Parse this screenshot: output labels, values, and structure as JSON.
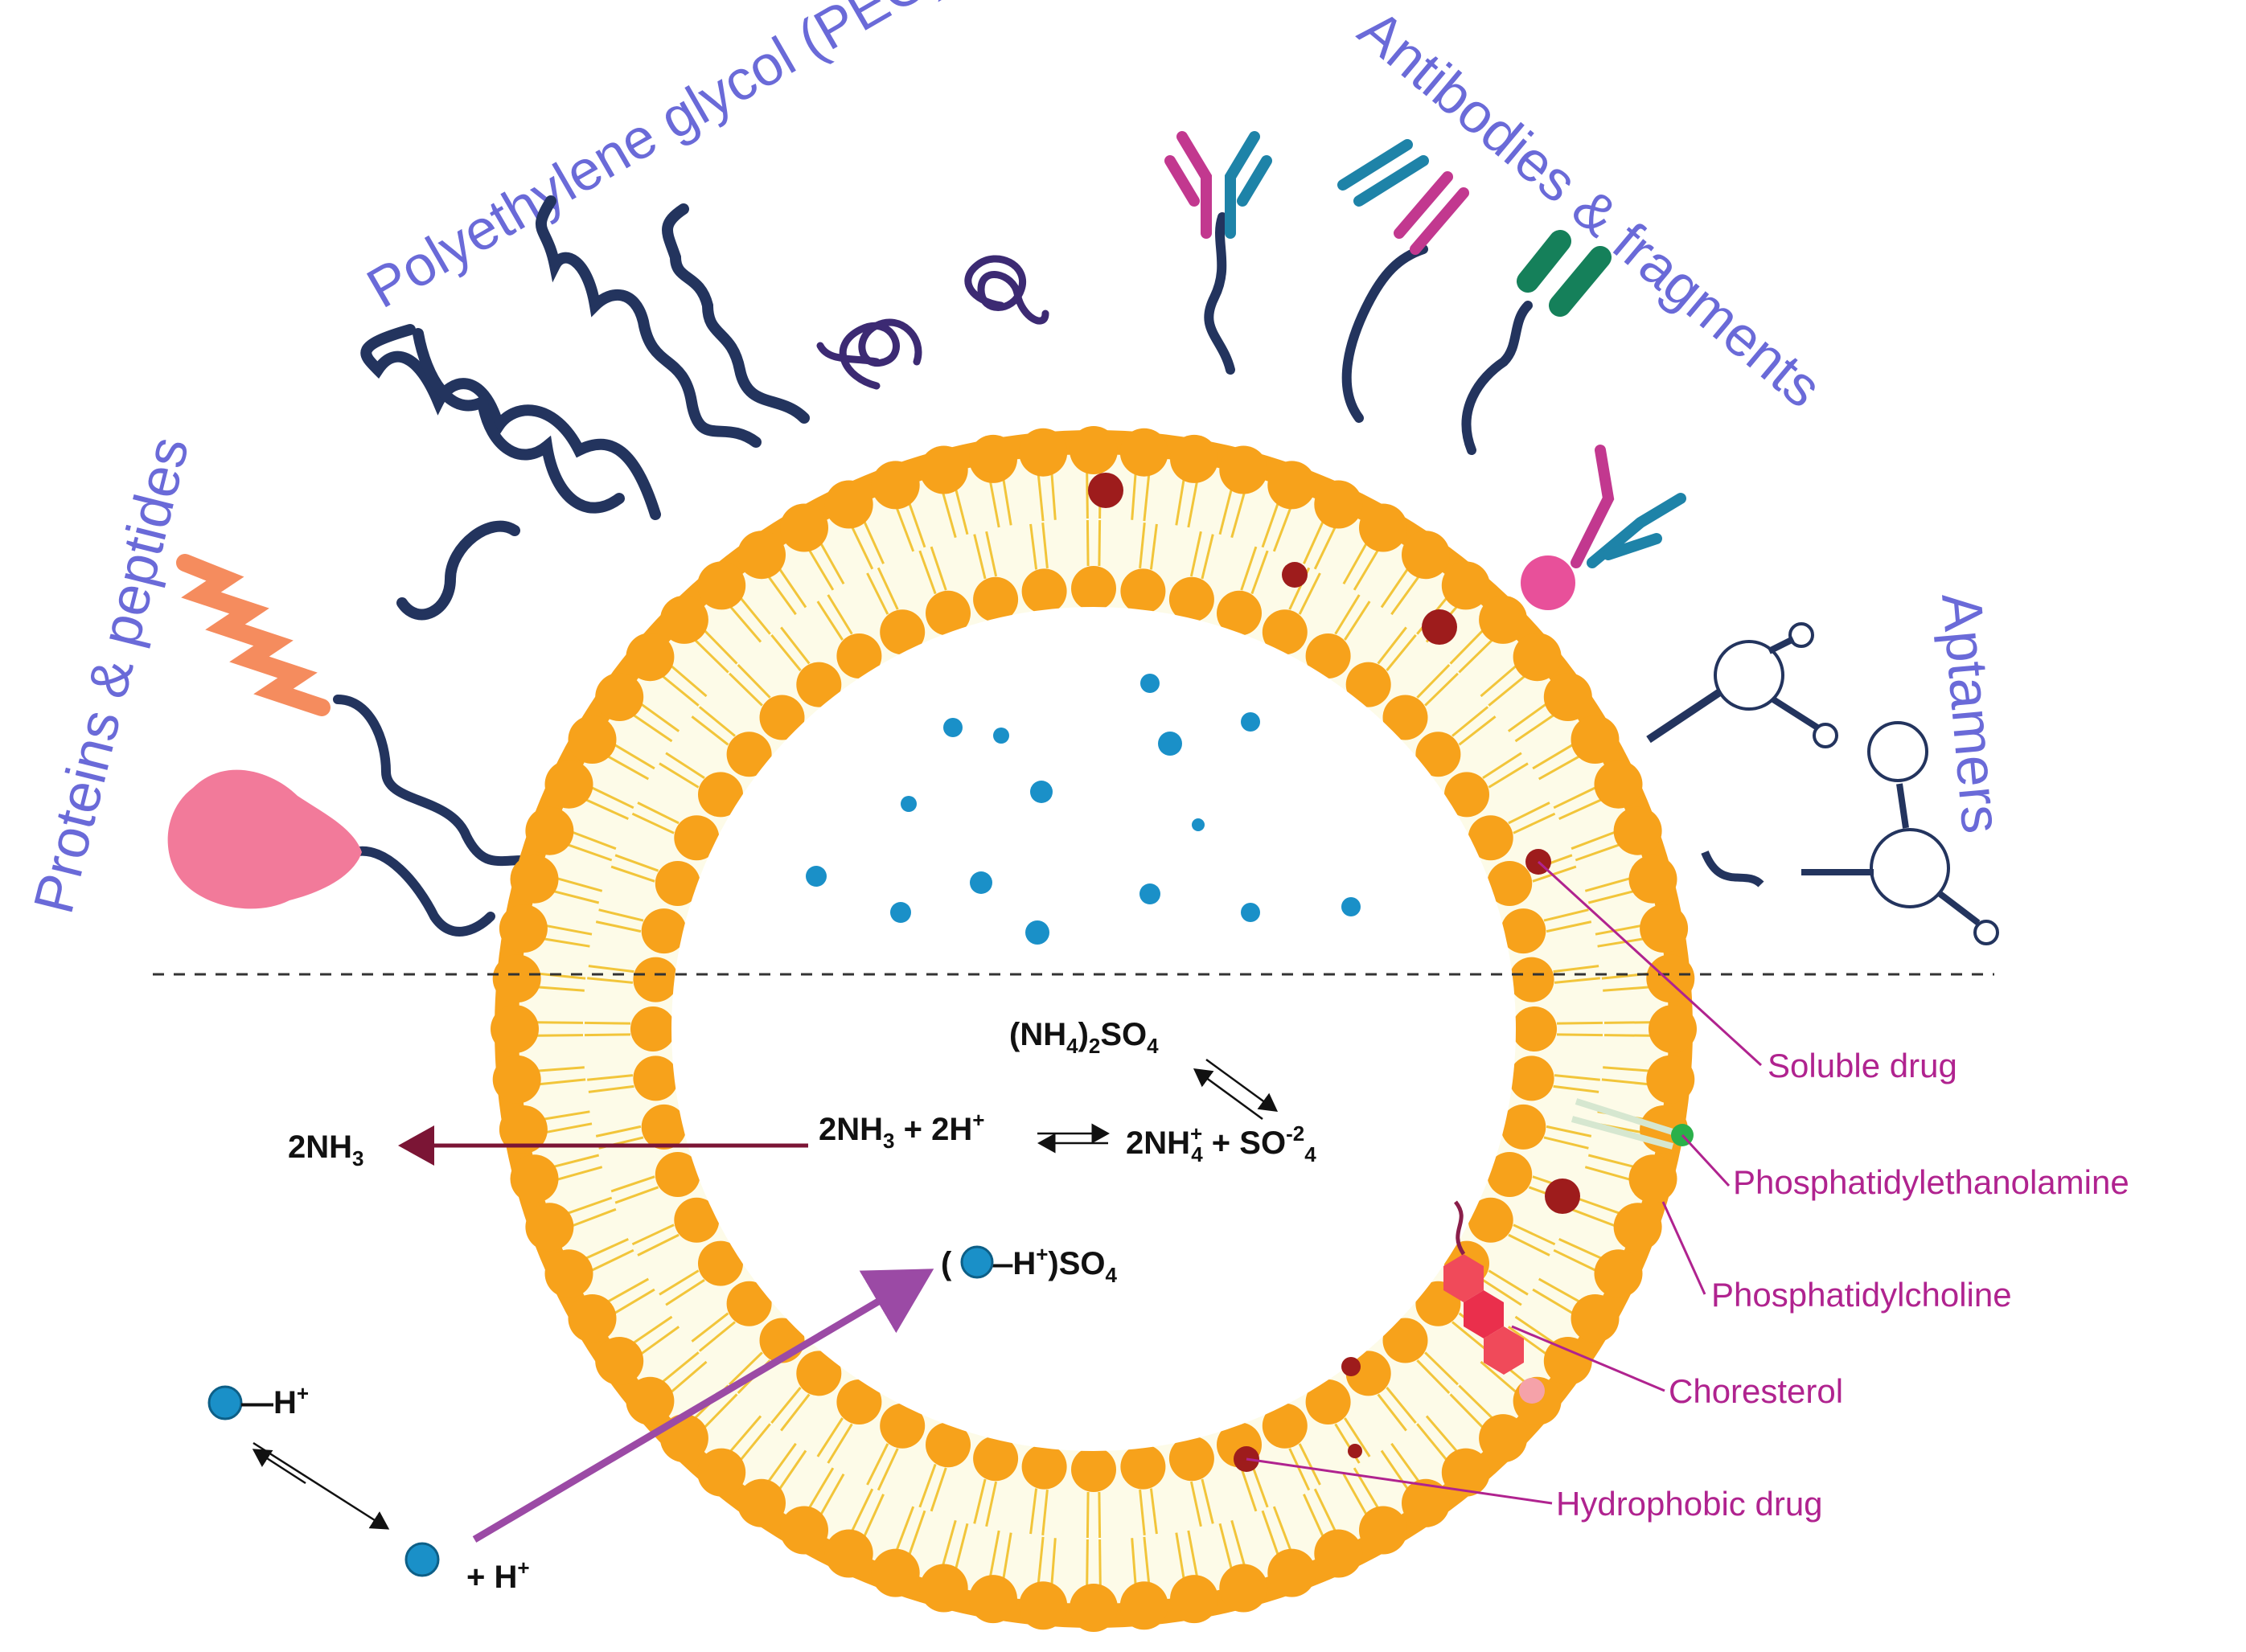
{
  "categories": {
    "peg": "Polyethylene glycol (PEG)",
    "antibodies": "Antibodies & fragments",
    "proteins": "Proteins & peptides",
    "aptamers": "Aptamers"
  },
  "labels": {
    "soluble_drug": "Soluble drug",
    "pe": "Phosphatidylethanolamine",
    "pc": "Phosphatidylcholine",
    "cholesterol": "Choresterol",
    "hydrophobic_drug": "Hydrophobic drug"
  },
  "reactions": {
    "ammonium_sulfate": {
      "a": "(NH",
      "a_sub": "4",
      "b": ")",
      "b_sub": "2",
      "c": "SO",
      "c_sub": "4"
    },
    "left": {
      "a": "2NH",
      "a_sub": "3",
      "b": " + 2H",
      "b_sup": "+"
    },
    "right": {
      "a": "2NH",
      "a_sup": "+",
      "a_sub": "4",
      "b": " + SO",
      "b_sup": "-2",
      "b_sub": "4"
    },
    "ammonia_out": {
      "a": "2NH",
      "a_sub": "3"
    },
    "drug_complex": {
      "open": "(",
      "a": "—H",
      "a_sup": "+",
      "b": ")SO",
      "b_sub": "4"
    },
    "drug_h": {
      "a": "—H",
      "a_sup": "+"
    },
    "plus_h": {
      "a": "+ H",
      "a_sup": "+"
    }
  },
  "colors": {
    "category_text": "#6a6ad8",
    "label_text": "#b0238f",
    "head": "#f7a21b",
    "tail": "#f2c53a",
    "core": "#fdfbe8",
    "drug_blue": "#1a90c8",
    "drug_red": "#9e1c1c",
    "peg": "#23345e",
    "antibody_magenta": "#c2388f",
    "antibody_teal": "#1e83a8",
    "fragment_green": "#15805a",
    "arrow_red": "#7b1535",
    "arrow_purple": "#9b4aa5"
  }
}
